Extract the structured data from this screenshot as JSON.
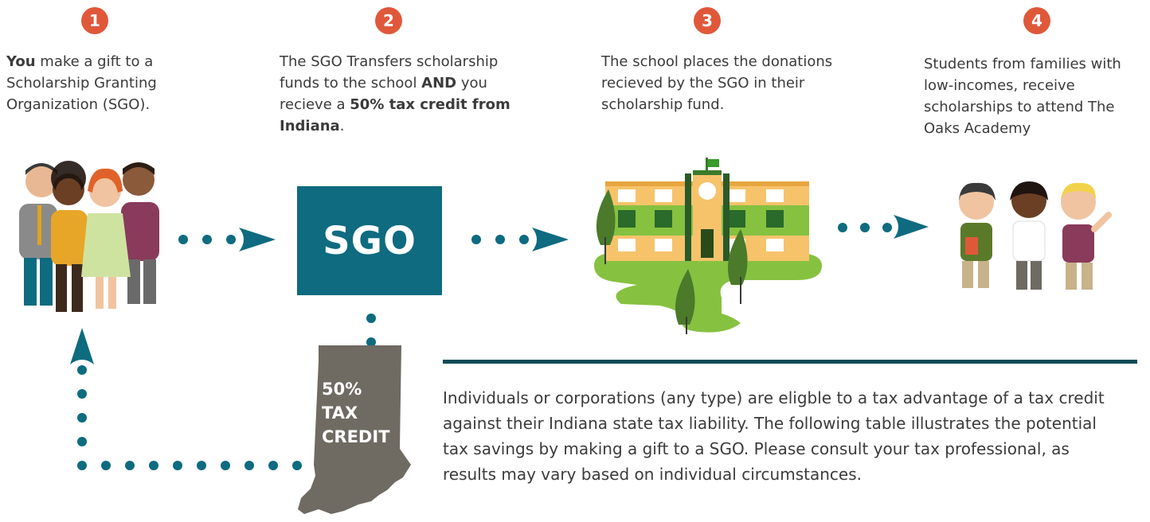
{
  "steps": [
    {
      "number": "1",
      "text_bold": "You",
      "text": " make a gift to a Scholarship Granting Organization (SGO)."
    },
    {
      "number": "2",
      "line1": "The SGO Transfers scholarship funds to the school ",
      "bold1": "AND",
      "line2": " you recieve a ",
      "bold2": "50% tax credit from Indiana",
      "end": "."
    },
    {
      "number": "3",
      "text": "The school places the donations recieved by the SGO in their scholarship fund."
    },
    {
      "number": "4",
      "text": "Students from families with low-incomes, receive scholarships to attend The Oaks Academy"
    }
  ],
  "sgo_label": "SGO",
  "indiana_label": [
    "50%",
    "TAX",
    "CREDIT"
  ],
  "footer_text": "Individuals or corporations (any type) are eligble to a tax advantage of a tax credit against their Indiana state tax liability. The following table illustrates the potential tax savings by making a gift to a SGO. Please consult your tax professional, as results may vary based on individual circumstances.",
  "colors": {
    "badge": "#e0583a",
    "teal": "#0e6b80",
    "dark_rule": "#124b57",
    "indiana": "#6f6a62",
    "school_yellow": "#f6c36b",
    "green": "#7fbf3f"
  },
  "icons": [
    "donors-group-icon",
    "sgo-box",
    "school-building-icon",
    "students-group-icon",
    "indiana-state-icon"
  ]
}
